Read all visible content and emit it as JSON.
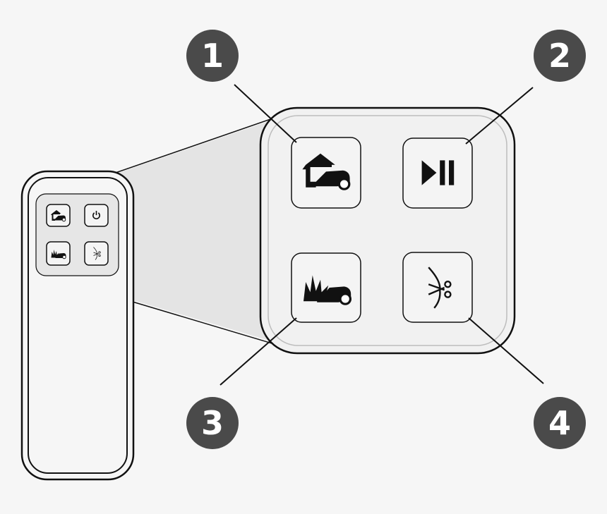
{
  "callouts": [
    {
      "number": "1",
      "button": "home-mower"
    },
    {
      "number": "2",
      "button": "play-pause"
    },
    {
      "number": "3",
      "button": "mow-grass"
    },
    {
      "number": "4",
      "button": "cut-height"
    }
  ],
  "colors": {
    "background": "#f6f6f6",
    "outline": "#111111",
    "callout_fill": "#4a4a4a",
    "callout_text": "#ffffff",
    "zoom_wedge": "#e4e4e4",
    "panel_fill": "#f1f1f1"
  },
  "icons": {
    "home": "home-mower-icon",
    "play_pause": "play-pause-icon",
    "mow": "grass-mower-icon",
    "cut": "cut-height-scissors-icon",
    "power": "power-icon"
  }
}
